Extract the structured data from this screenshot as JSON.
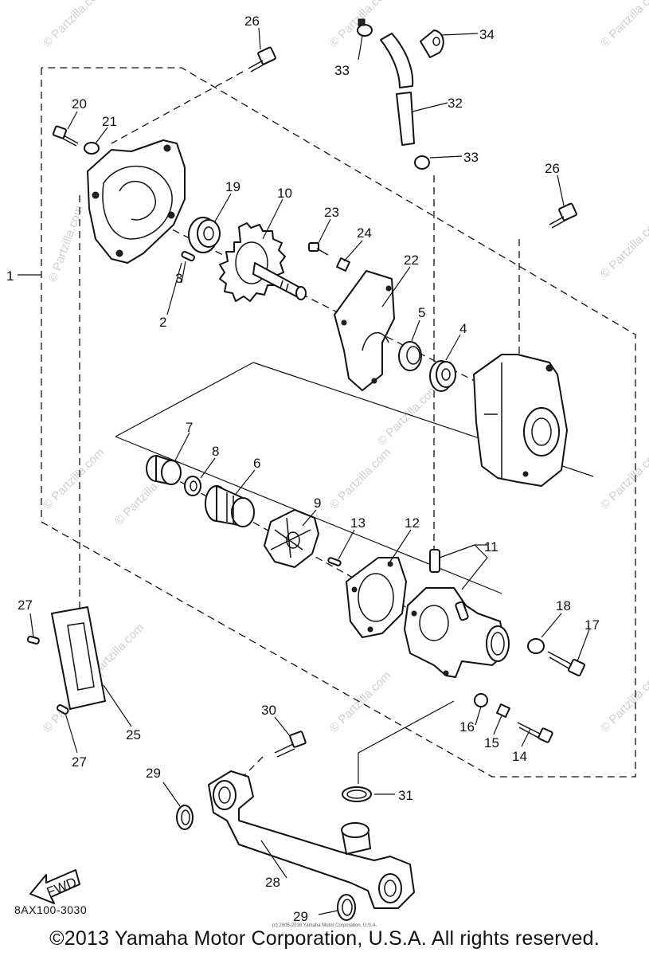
{
  "diagram": {
    "labels": {
      "l1": "1",
      "l2": "2",
      "l3": "3",
      "l4": "4",
      "l5": "5",
      "l6": "6",
      "l7": "7",
      "l8": "8",
      "l9": "9",
      "l10": "10",
      "l11": "11",
      "l12": "12",
      "l13": "13",
      "l14": "14",
      "l15": "15",
      "l16": "16",
      "l17": "17",
      "l18": "18",
      "l19": "19",
      "l20": "20",
      "l21": "21",
      "l22": "22",
      "l23": "23",
      "l24": "24",
      "l25": "25",
      "l26a": "26",
      "l26b": "26",
      "l27a": "27",
      "l27b": "27",
      "l28": "28",
      "l29a": "29",
      "l29b": "29",
      "l30": "30",
      "l31": "31",
      "l32": "32",
      "l33a": "33",
      "l33b": "33",
      "l34": "34"
    },
    "fwd_label": "FWD",
    "watermark": "© Partzilla.com"
  },
  "footer": {
    "diagram_code": "8AX100-3030",
    "fine_print": "(c) 2005-2016 Yamaha Motor Corporation, U.S.A.",
    "copyright": "©2013 Yamaha Motor Corporation, U.S.A. All rights reserved."
  }
}
